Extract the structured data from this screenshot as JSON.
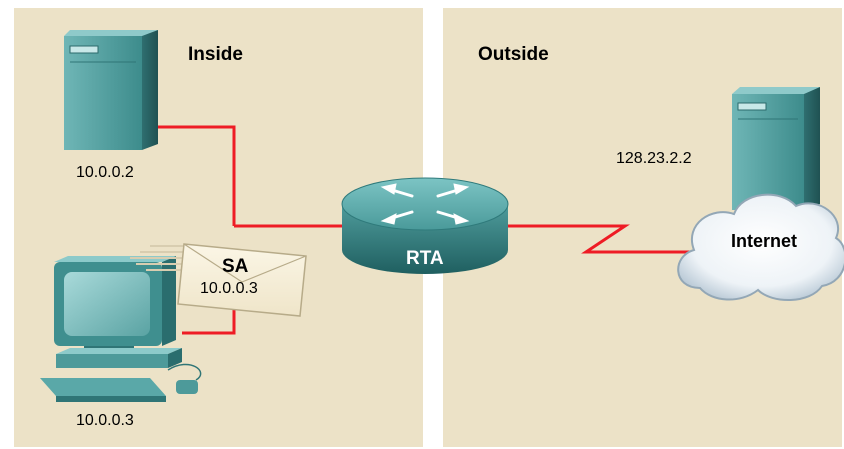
{
  "zones": {
    "inside_label": "Inside",
    "outside_label": "Outside"
  },
  "devices": {
    "server_inside_ip": "10.0.0.2",
    "workstation_ip": "10.0.0.3",
    "router_label": "RTA",
    "server_outside_ip": "128.23.2.2",
    "cloud_label": "Internet"
  },
  "packet": {
    "field_label": "SA",
    "field_value": "10.0.0.3"
  },
  "colors": {
    "panel_bg": "#ece2c7",
    "link_color": "#ee1c25",
    "device_teal": "#3f8f8f"
  }
}
